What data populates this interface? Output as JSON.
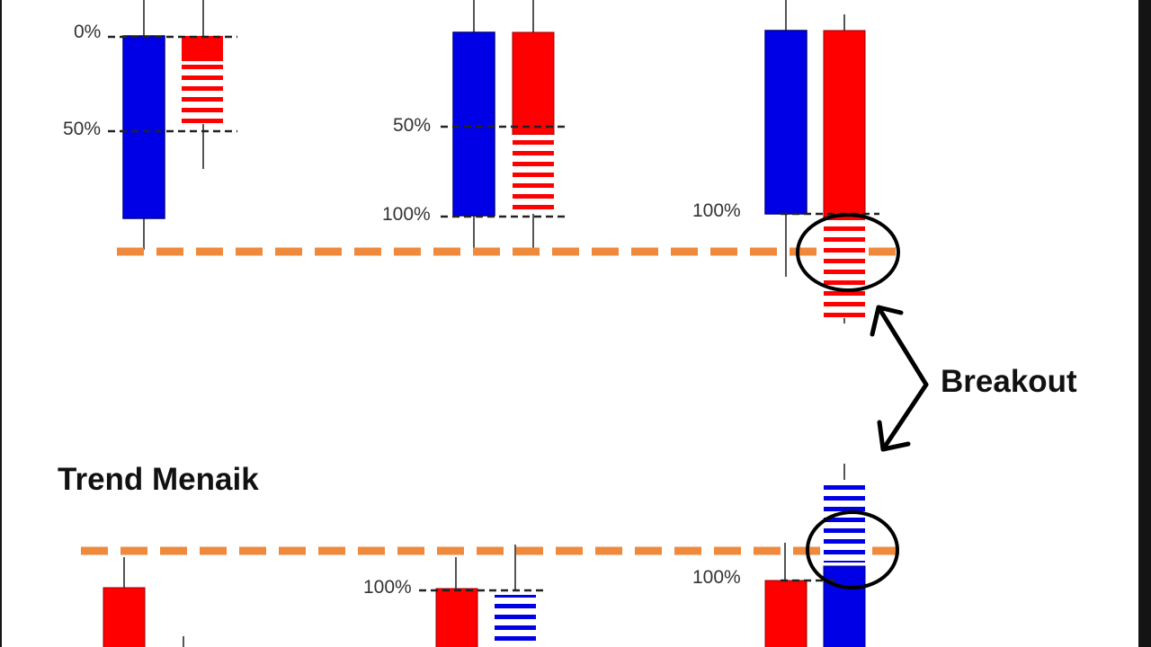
{
  "labels": {
    "pct_0": "0%",
    "pct_50_a": "50%",
    "pct_50_b": "50%",
    "pct_100_a": "100%",
    "pct_100_b": "100%",
    "pct_100_c": "100%",
    "pct_100_d": "100%",
    "breakout": "Breakout",
    "trend": "Trend Menaik"
  },
  "colors": {
    "bull": "#0000e6",
    "bear": "#ff0000",
    "support_line": "#ef8a3c",
    "frame": "#141414",
    "background": "#ffffff"
  }
}
